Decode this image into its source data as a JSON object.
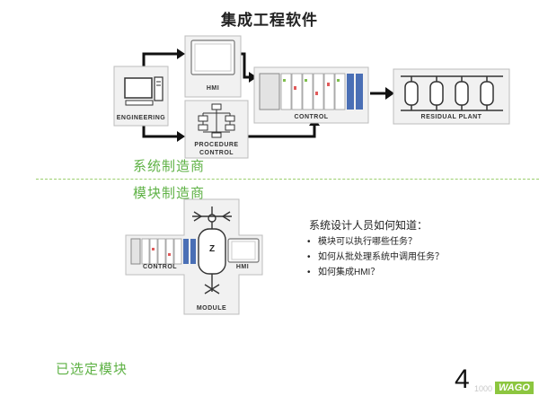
{
  "title": "集成工程软件",
  "top_diagram": {
    "engineering_label": "ENGINEERING",
    "hmi_label": "HMI",
    "procedure_label_line1": "PROCEDURE",
    "procedure_label_line2": "CONTROL",
    "control_label": "CONTROL",
    "residual_label": "RESIDUAL PLANT"
  },
  "section_system": "系统制造商",
  "section_module": "模块制造商",
  "module_diagram": {
    "control_label": "CONTROL",
    "hmi_label": "HMI",
    "module_label": "MODULE",
    "vessel_mark": "Z"
  },
  "questions": {
    "title": "系统设计人员如何知道：",
    "items": [
      "模块可以执行哪些任务？",
      "如何从批处理系统中调用任务？",
      "如何集成HMI？"
    ]
  },
  "selected_module": "已选定模块",
  "page_number": "4",
  "brand": "WAGO",
  "watermark": "1000"
}
